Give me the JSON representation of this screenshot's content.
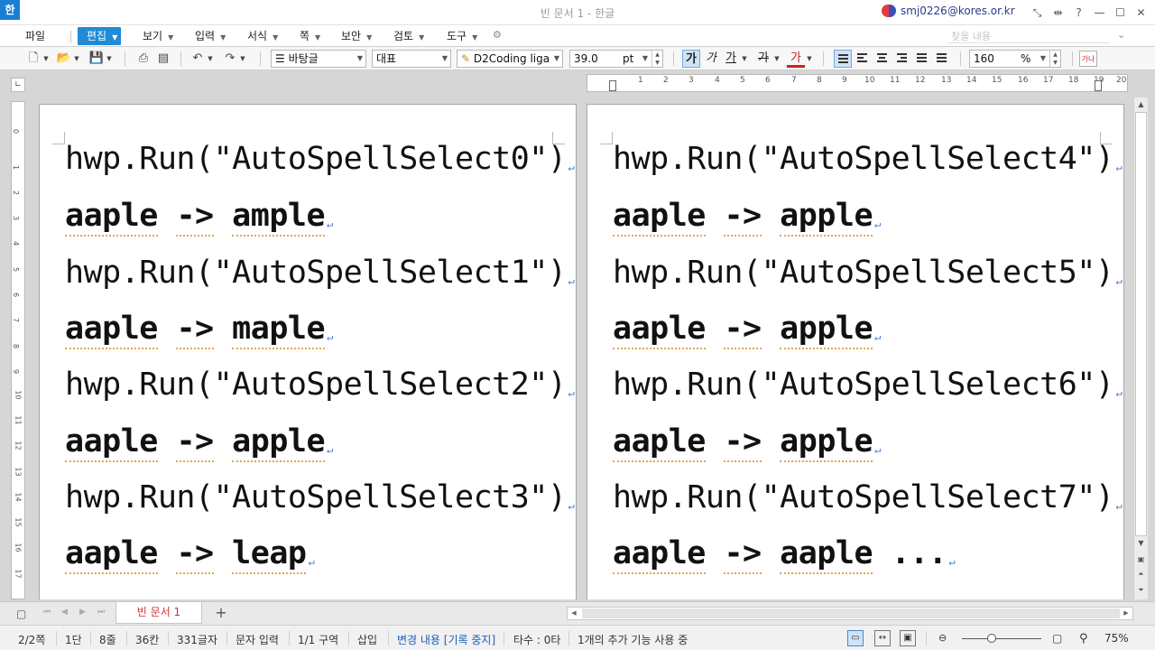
{
  "titlebar": {
    "app_icon": "한",
    "title": "빈 문서 1 - 한글",
    "account_email": "smj0226@kores.or.kr",
    "buttons": [
      "fullscreen-icon",
      "resize-icon",
      "help-icon",
      "minimize-icon",
      "maximize-icon",
      "close-icon"
    ]
  },
  "menu": {
    "file": "파일",
    "items": [
      "편집",
      "보기",
      "입력",
      "서식",
      "쪽",
      "보안",
      "검토",
      "도구"
    ],
    "search_placeholder": "찾을 내용"
  },
  "toolbar": {
    "style": "바탕글",
    "lang": "대표",
    "font": "D2Coding liga",
    "size": "39.0",
    "unit": "pt",
    "zoom": "160",
    "zoom_unit": "%",
    "bold_glyph": "가",
    "italic_glyph": "가",
    "underline_glyph": "가",
    "strike_glyph": "가",
    "color_glyph": "가"
  },
  "document": {
    "left_lines": [
      {
        "kind": "code",
        "text": "hwp.Run(\"AutoSpellSelect0\")"
      },
      {
        "kind": "result",
        "words": [
          "aaple",
          "->",
          "ample"
        ]
      },
      {
        "kind": "code",
        "text": "hwp.Run(\"AutoSpellSelect1\")"
      },
      {
        "kind": "result",
        "words": [
          "aaple",
          "->",
          "maple"
        ]
      },
      {
        "kind": "code",
        "text": "hwp.Run(\"AutoSpellSelect2\")"
      },
      {
        "kind": "result",
        "words": [
          "aaple",
          "->",
          "apple"
        ]
      },
      {
        "kind": "code",
        "text": "hwp.Run(\"AutoSpellSelect3\")"
      },
      {
        "kind": "result",
        "words": [
          "aaple",
          "->",
          "leap"
        ]
      }
    ],
    "right_lines": [
      {
        "kind": "code",
        "text": "hwp.Run(\"AutoSpellSelect4\")"
      },
      {
        "kind": "result",
        "words": [
          "aaple",
          "->",
          "apple"
        ]
      },
      {
        "kind": "code",
        "text": "hwp.Run(\"AutoSpellSelect5\")"
      },
      {
        "kind": "result",
        "words": [
          "aaple",
          "->",
          "apple"
        ]
      },
      {
        "kind": "code",
        "text": "hwp.Run(\"AutoSpellSelect6\")"
      },
      {
        "kind": "result",
        "words": [
          "aaple",
          "->",
          "apple"
        ]
      },
      {
        "kind": "code",
        "text": "hwp.Run(\"AutoSpellSelect7\")"
      },
      {
        "kind": "result",
        "words": [
          "aaple",
          "->",
          "aaple"
        ],
        "suffix": "..."
      }
    ]
  },
  "tabs": {
    "doc_tab": "빈 문서 1",
    "add": "+"
  },
  "status": {
    "page": "2/2쪽",
    "column": "1단",
    "line": "8줄",
    "col": "36칸",
    "chars": "331글자",
    "mode": "문자 입력",
    "section": "1/1 구역",
    "insert": "삽입",
    "track": "변경 내용 [기록 중지]",
    "typing": "타수 : 0타",
    "addon": "1개의 추가 기능 사용 중",
    "zoom": "75%"
  },
  "colors": {
    "accent": "#1f8ad8",
    "tab_text": "#d03030",
    "spell_underline": "#e2a55a",
    "status_blue": "#1b5fb5"
  }
}
